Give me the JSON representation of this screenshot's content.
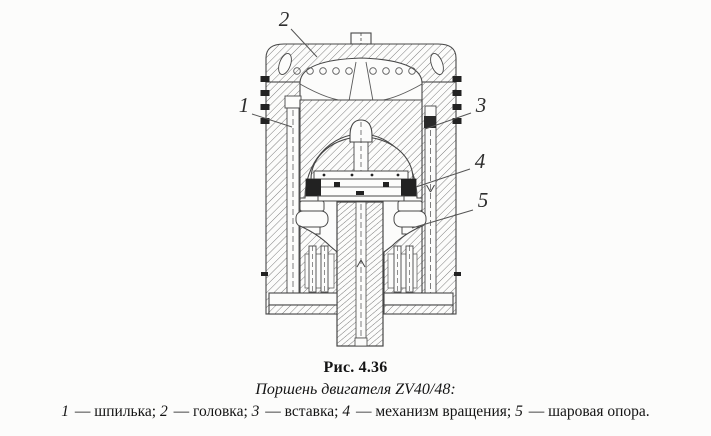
{
  "figure": {
    "number_label": "Рис. 4.36",
    "title": "Поршень двигателя ZV40/48:",
    "legend": {
      "separator": " — ",
      "items": [
        {
          "num": "1",
          "name": "шпилька",
          "suffix": "; "
        },
        {
          "num": "2",
          "name": "головка",
          "suffix": "; "
        },
        {
          "num": "3",
          "name": "вставка",
          "suffix": "; "
        },
        {
          "num": "4",
          "name": "механизм вращения",
          "suffix": "; "
        },
        {
          "num": "5",
          "name": "шаровая опора",
          "suffix": "."
        }
      ]
    }
  },
  "diagram": {
    "callout_labels": [
      "1",
      "2",
      "3",
      "4",
      "5"
    ]
  },
  "colors": {
    "ink": "#474747",
    "hatch": "#6b6b6b",
    "detail_black": "#222222",
    "paper": "#fcfcfb",
    "text": "#141414"
  }
}
